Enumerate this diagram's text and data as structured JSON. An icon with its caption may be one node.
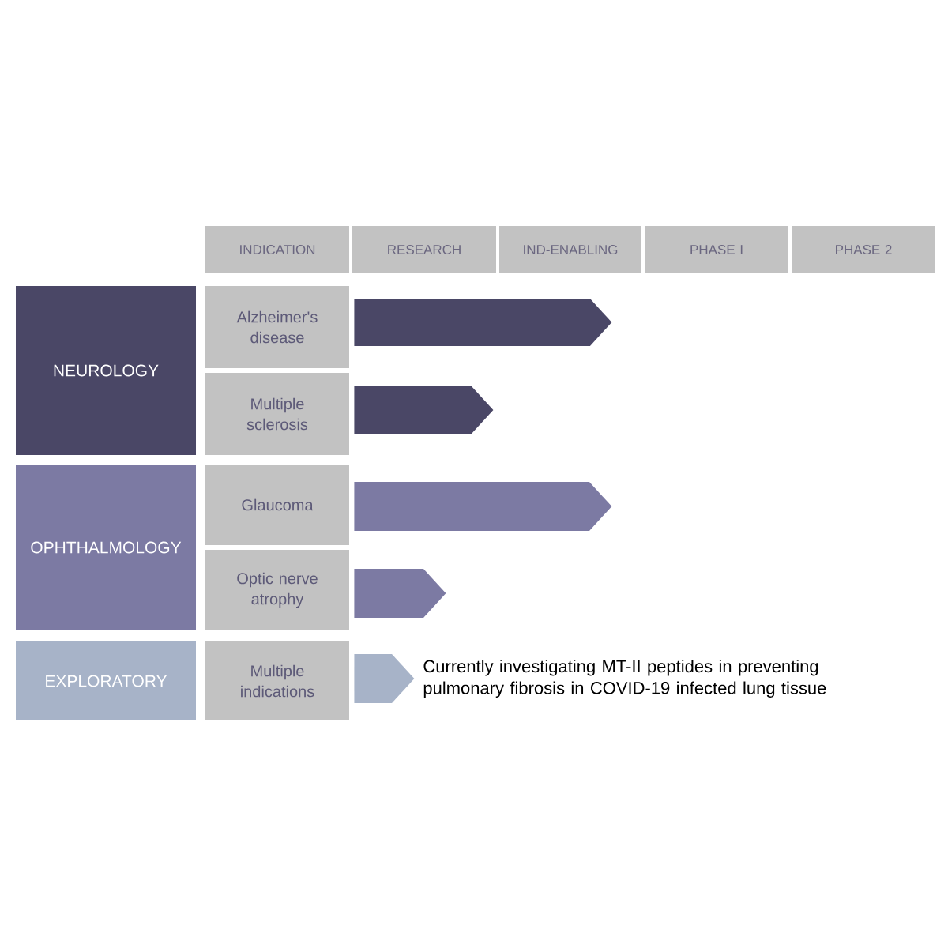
{
  "diagram": {
    "nodes": [
      {
        "text": [
          "INDICATION"
        ]
      },
      {
        "text": [
          "RESEARCH"
        ]
      },
      {
        "text": [
          "IND-ENABLING"
        ]
      },
      {
        "text": [
          "PHASE I"
        ]
      },
      {
        "text": [
          "PHASE 2"
        ]
      },
      {
        "text": [
          "NEUROLOGY"
        ]
      },
      {
        "text": [
          "Alzheimer's disease"
        ]
      },
      {
        "text": [
          "Multiple sclerosis"
        ]
      },
      {
        "text": [
          "OPHTHALMOLOGY"
        ]
      },
      {
        "text": [
          "Glaucoma"
        ]
      },
      {
        "text": [
          "Optic nerve atrophy"
        ]
      },
      {
        "text": [
          "EXPLORATORY"
        ]
      },
      {
        "text": [
          "Multiple indications"
        ]
      },
      {
        "text": [],
        "shape": "arrow"
      },
      {
        "text": [],
        "shape": "arrow"
      },
      {
        "text": [],
        "shape": "arrow"
      },
      {
        "text": [],
        "shape": "arrow"
      },
      {
        "text": [],
        "shape": "arrow",
        "beside": [
          "Currently investigating MT-II peptides in preventing pulmonary fibrosis in COVID-19 infected lung tissue"
        ]
      }
    ]
  }
}
